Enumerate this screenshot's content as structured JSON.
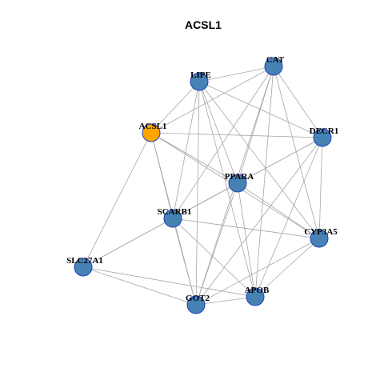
{
  "title": "ACSL1",
  "colors": {
    "node_fill": "#4682b4",
    "node_border": "#1f3fbf",
    "highlight_fill": "#ffa500",
    "edge": "#a6a6a6"
  },
  "nodes": [
    {
      "id": "LIPE",
      "label": "LIPE",
      "highlight": false
    },
    {
      "id": "CAT",
      "label": "CAT",
      "highlight": false
    },
    {
      "id": "ACSL1",
      "label": "ACSL1",
      "highlight": true
    },
    {
      "id": "DECR1",
      "label": "DECR1",
      "highlight": false
    },
    {
      "id": "PPARA",
      "label": "PPARA",
      "highlight": false
    },
    {
      "id": "SCARB1",
      "label": "SCARB1",
      "highlight": false
    },
    {
      "id": "CYP3A5",
      "label": "CYP3A5",
      "highlight": false
    },
    {
      "id": "SLC27A1",
      "label": "SLC27A1",
      "highlight": false
    },
    {
      "id": "APOB",
      "label": "APOB",
      "highlight": false
    },
    {
      "id": "GOT2",
      "label": "GOT2",
      "highlight": false
    }
  ],
  "edges": [
    [
      "LIPE",
      "CAT"
    ],
    [
      "LIPE",
      "ACSL1"
    ],
    [
      "LIPE",
      "DECR1"
    ],
    [
      "LIPE",
      "PPARA"
    ],
    [
      "LIPE",
      "SCARB1"
    ],
    [
      "LIPE",
      "CYP3A5"
    ],
    [
      "LIPE",
      "APOB"
    ],
    [
      "LIPE",
      "GOT2"
    ],
    [
      "CAT",
      "ACSL1"
    ],
    [
      "CAT",
      "DECR1"
    ],
    [
      "CAT",
      "PPARA"
    ],
    [
      "CAT",
      "SCARB1"
    ],
    [
      "CAT",
      "CYP3A5"
    ],
    [
      "CAT",
      "APOB"
    ],
    [
      "CAT",
      "GOT2"
    ],
    [
      "ACSL1",
      "DECR1"
    ],
    [
      "ACSL1",
      "PPARA"
    ],
    [
      "ACSL1",
      "SCARB1"
    ],
    [
      "ACSL1",
      "SLC27A1"
    ],
    [
      "ACSL1",
      "GOT2"
    ],
    [
      "ACSL1",
      "CYP3A5"
    ],
    [
      "DECR1",
      "PPARA"
    ],
    [
      "DECR1",
      "SCARB1"
    ],
    [
      "DECR1",
      "CYP3A5"
    ],
    [
      "DECR1",
      "APOB"
    ],
    [
      "DECR1",
      "GOT2"
    ],
    [
      "PPARA",
      "SCARB1"
    ],
    [
      "PPARA",
      "CYP3A5"
    ],
    [
      "PPARA",
      "APOB"
    ],
    [
      "PPARA",
      "GOT2"
    ],
    [
      "PPARA",
      "SLC27A1"
    ],
    [
      "SCARB1",
      "SLC27A1"
    ],
    [
      "SCARB1",
      "GOT2"
    ],
    [
      "SCARB1",
      "APOB"
    ],
    [
      "SCARB1",
      "CYP3A5"
    ],
    [
      "SLC27A1",
      "GOT2"
    ],
    [
      "SLC27A1",
      "APOB"
    ],
    [
      "CYP3A5",
      "APOB"
    ],
    [
      "CYP3A5",
      "GOT2"
    ],
    [
      "GOT2",
      "APOB"
    ]
  ]
}
